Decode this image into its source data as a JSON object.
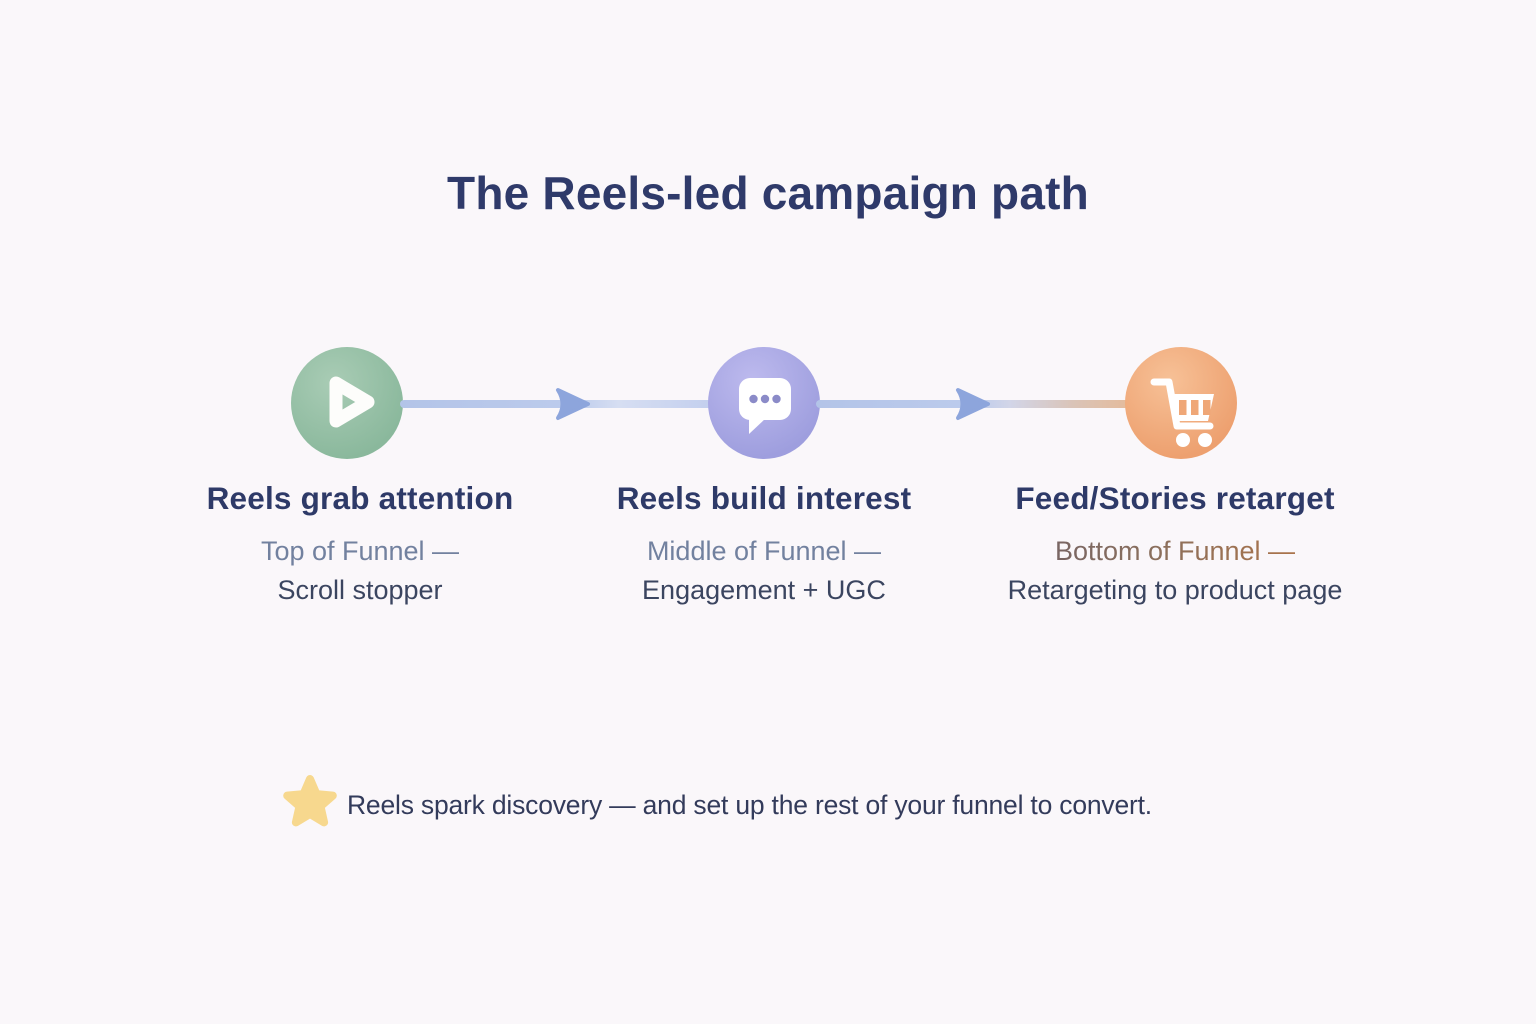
{
  "title": "The Reels-led campaign path",
  "stages": [
    {
      "icon": "play-icon",
      "circle_color": "#8fbca1",
      "title": "Reels grab attention",
      "funnel_label": "Top of Funnel —",
      "description": "Scroll stopper"
    },
    {
      "icon": "chat-bubble-icon",
      "circle_color": "#a6a6e2",
      "title": "Reels build interest",
      "funnel_label": "Middle of Funnel —",
      "description": "Engagement + UGC"
    },
    {
      "icon": "shopping-cart-icon",
      "circle_color": "#f0a87c",
      "title": "Feed/Stories retarget",
      "funnel_label": "Bottom of Funnel —",
      "description": "Retargeting to product page"
    }
  ],
  "footer": {
    "icon": "star-icon",
    "text": "Reels spark discovery — and set up the rest of your funnel to convert."
  },
  "colors": {
    "background": "#faf7fa",
    "title_text": "#2f3a6a",
    "arrow_line": "#b7c7e9",
    "arrow_head": "#8da5dc",
    "funnel_label_cool": "#72819f",
    "funnel_label_warm": "#a9734b",
    "star": "#f7d88e"
  }
}
